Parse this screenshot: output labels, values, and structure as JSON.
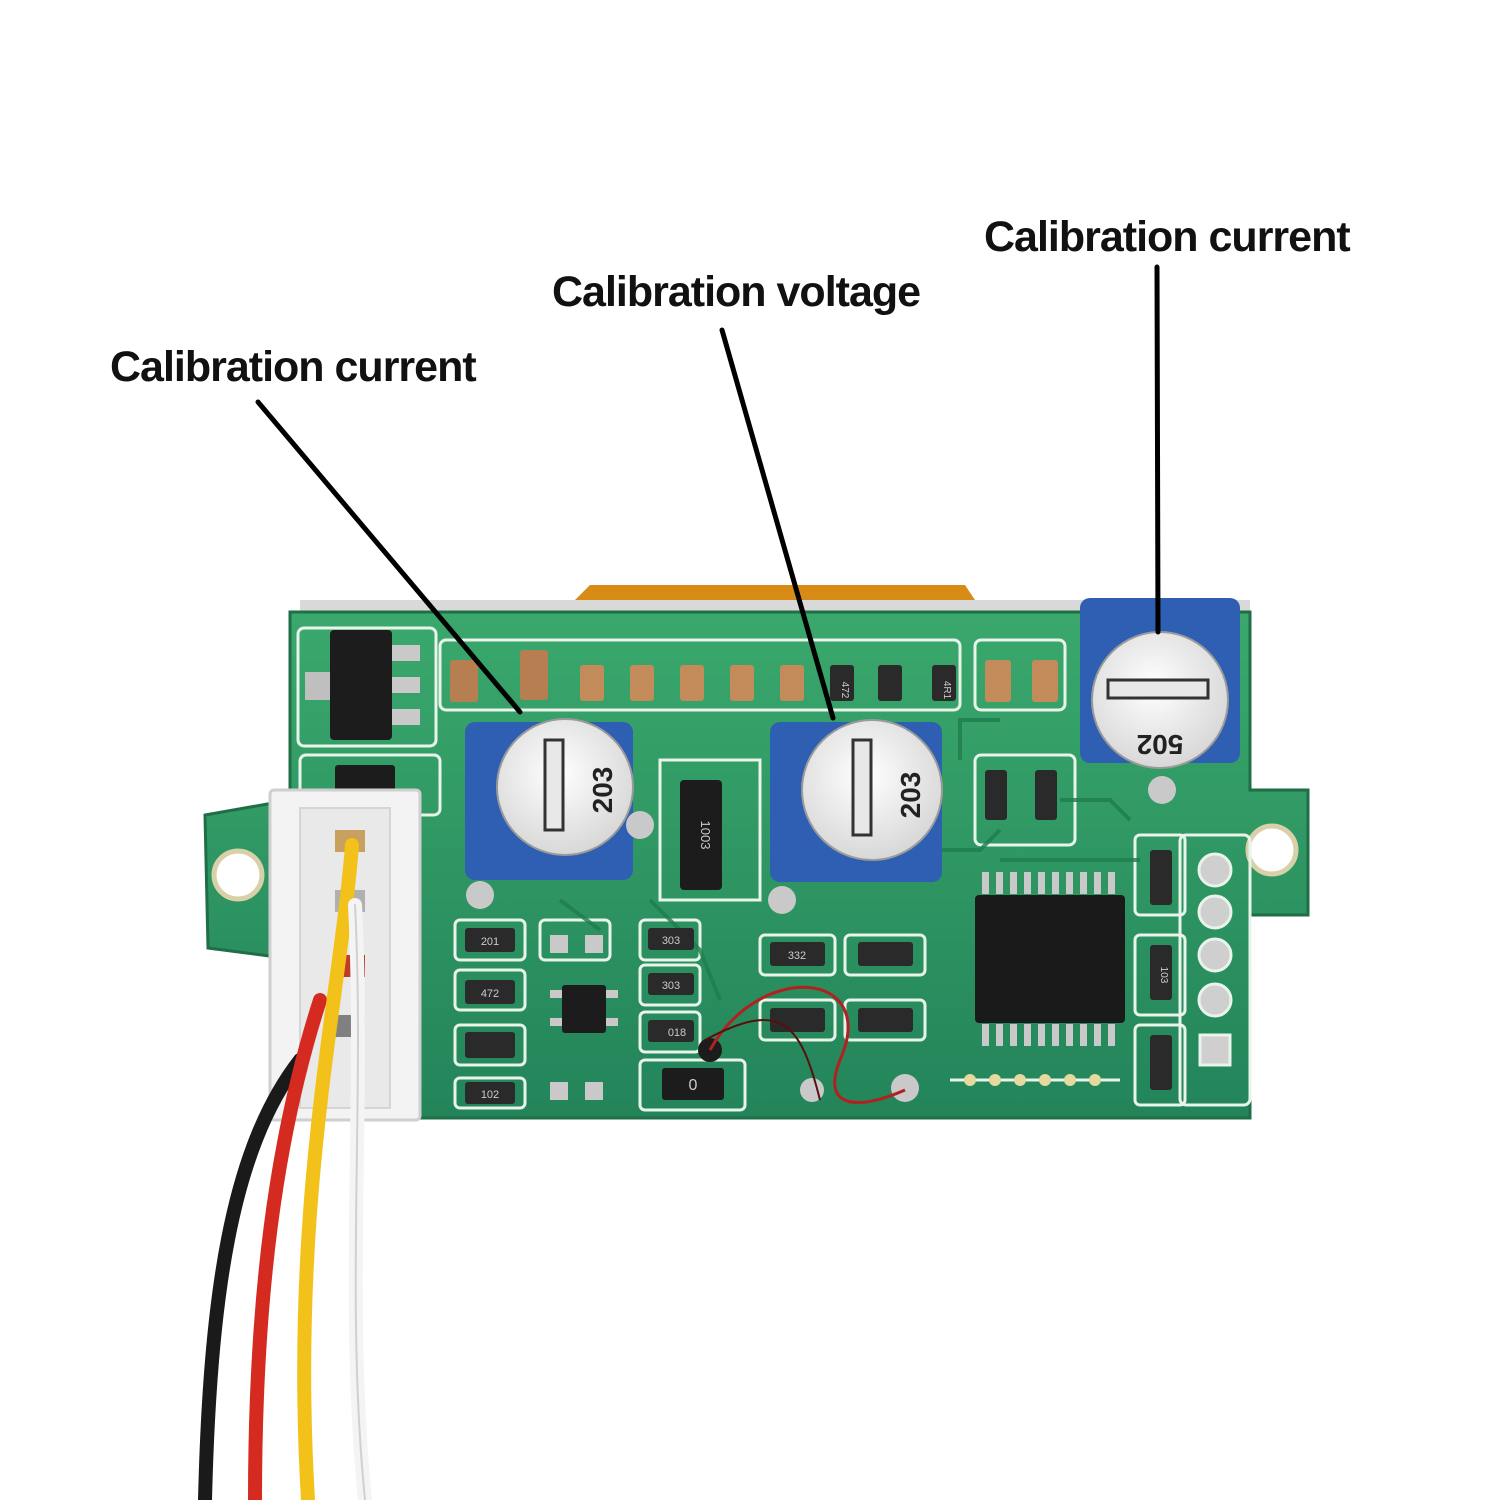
{
  "labels": {
    "left": "Calibration current",
    "middle": "Calibration voltage",
    "right": "Calibration current"
  },
  "pots": {
    "left_code": "203",
    "middle_code": "203",
    "right_code": "502"
  },
  "smd_codes": [
    "1003",
    "201",
    "472",
    "102",
    "303",
    "303",
    "018",
    "0",
    "332",
    "472",
    "4R1",
    "103"
  ],
  "colors": {
    "background": "#ffffff",
    "pcb": "#2f9a62",
    "pcb_dark": "#1d7a4a",
    "silkscreen": "#e8f3ea",
    "pot_body": "#2e5fb3",
    "wire_black": "#1a1a1a",
    "wire_red": "#d42a1f",
    "wire_yellow": "#f2c21a",
    "wire_white": "#f4f4f4"
  }
}
